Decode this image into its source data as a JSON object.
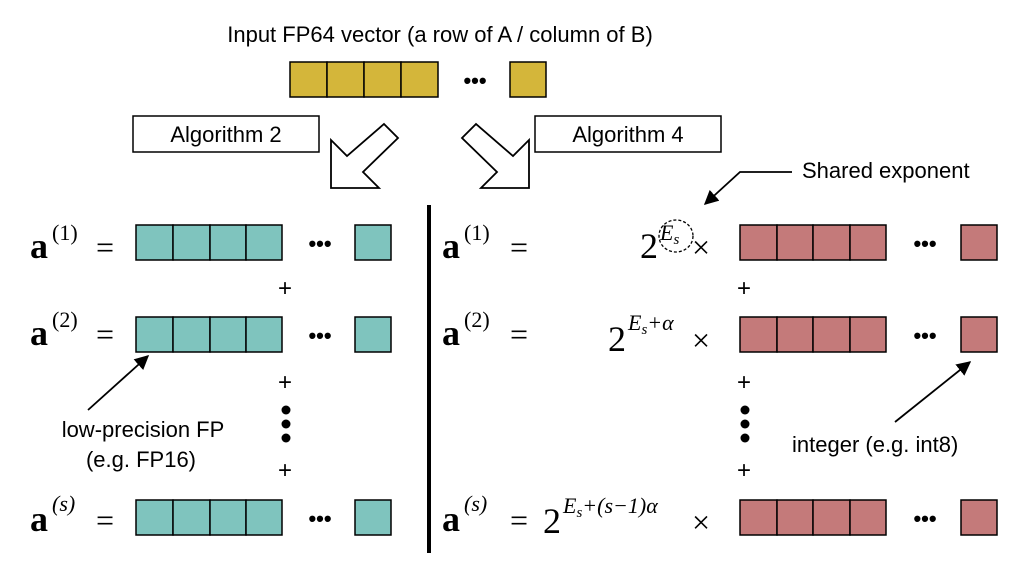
{
  "title": "Input FP64 vector (a row of A / column of B)",
  "algorithms": {
    "left": "Algorithm 2",
    "right": "Algorithm 4"
  },
  "ellipsis": "•••",
  "vertical_ellipsis": "⋮",
  "plus": "+",
  "equals": "=",
  "times": "×",
  "base": "2",
  "terms": {
    "a1": {
      "letter": "a",
      "sup": "(1)"
    },
    "a2": {
      "letter": "a",
      "sup": "(2)"
    },
    "as": {
      "letter": "a",
      "sup": "(s)"
    }
  },
  "exponents": {
    "e1": {
      "E": "E",
      "sub": "s",
      "rest": ""
    },
    "e2": {
      "E": "E",
      "sub": "s",
      "rest": "+α"
    },
    "es": {
      "E": "E",
      "sub": "s",
      "rest": "+(s−1)α"
    }
  },
  "annotations": {
    "shared_exponent": "Shared exponent",
    "low_precision_line1": "low-precision FP",
    "low_precision_line2": "(e.g. FP16)",
    "integer": "integer (e.g. int8)"
  },
  "colors": {
    "input": "#d4b63a",
    "fp16": "#7fc4be",
    "int8": "#c47a7a",
    "stroke": "#000000"
  }
}
